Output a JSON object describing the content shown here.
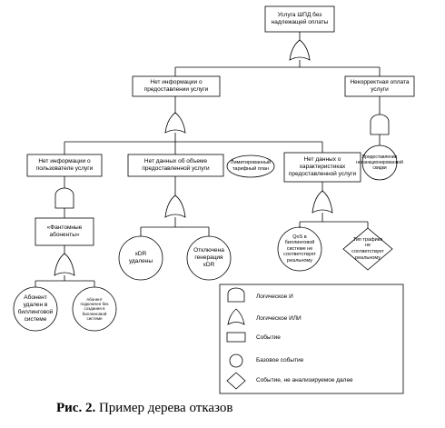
{
  "nodes": {
    "top": "Услуга ШПД без надлежащей оплаты",
    "no_info_service": "Нет информации о предоставлении услуги",
    "incorrect_payment": "Некорректная оплата услуги",
    "no_info_user": "Нет информации о пользователе услуги",
    "no_data_volume": "Нет данных об объеме предоставленной услуги",
    "limited_tariff": "Лимитированный тарифный план",
    "no_data_characteristics": "Нет данных о характеристиках предоставленной услуги",
    "unsanctioned_discount": "Предоставление несанкционированной скидки",
    "phantom_subscribers": "«Фантомные абоненты»",
    "xdr_deleted": "xDR удалены",
    "xdr_generation_off": "Отключена генерация xDR",
    "qos_mismatch": "QoS в биллинговой системе не соответствует реальному",
    "traffic_type_mismatch": "Тип трафика не соответствует реальному",
    "subscriber_deleted": "Абонент удален в биллинговой системе",
    "subscriber_connected": "Абонент подключен без создания в биллинговой системе"
  },
  "legend": {
    "and_gate": "Логическое И",
    "or_gate": "Логическое ИЛИ",
    "event": "Событие",
    "basic_event": "Базовое событие",
    "undeveloped_event": "Событие, не анализируемое далее"
  },
  "caption": {
    "prefix": "Рис. 2.",
    "text": " Пример дерева отказов"
  }
}
